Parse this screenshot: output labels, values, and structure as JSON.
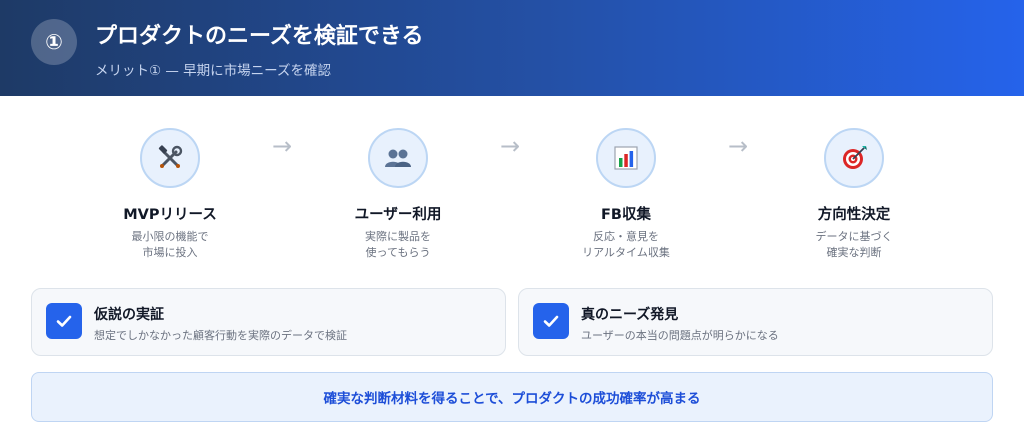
{
  "header": {
    "badge": "①",
    "title": "プロダクトのニーズを検証できる",
    "subtitle": "メリット① — 早期に市場ニーズを確認",
    "gradient_start": "#1e3a66",
    "gradient_end": "#2563eb"
  },
  "steps": [
    {
      "icon": "tools-icon",
      "title": "MVPリリース",
      "desc_line1": "最小限の機能で",
      "desc_line2": "市場に投入"
    },
    {
      "icon": "users-icon",
      "title": "ユーザー利用",
      "desc_line1": "実際に製品を",
      "desc_line2": "使ってもらう"
    },
    {
      "icon": "bar-chart-icon",
      "title": "FB収集",
      "desc_line1": "反応・意見を",
      "desc_line2": "リアルタイム収集"
    },
    {
      "icon": "target-icon",
      "title": "方向性決定",
      "desc_line1": "データに基づく",
      "desc_line2": "確実な判断"
    }
  ],
  "arrow_glyph": "→",
  "cards": [
    {
      "icon": "checkbox-checked-icon",
      "title": "仮説の実証",
      "desc": "想定でしかなかった顧客行動を実際のデータで検証"
    },
    {
      "icon": "checkbox-checked-icon",
      "title": "真のニーズ発見",
      "desc": "ユーザーの本当の問題点が明らかになる"
    }
  ],
  "banner": {
    "text": "確実な判断材料を得ることで、プロダクトの成功確率が高まる"
  },
  "colors": {
    "accent": "#2563eb",
    "banner_text": "#1d4ed8",
    "icon_bg": "#e8f1fd"
  }
}
